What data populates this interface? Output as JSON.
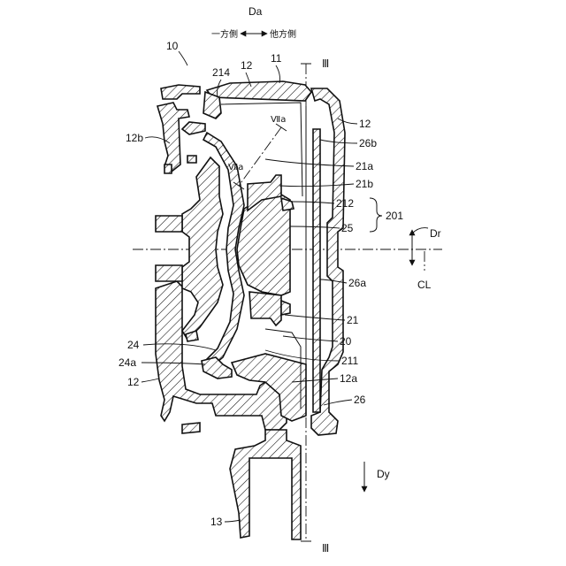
{
  "direction": {
    "da_label": "Da",
    "one_side": "一方側",
    "other_side": "他方側",
    "dr_label": "Dr",
    "cl_label": "CL",
    "dy_label": "Dy"
  },
  "section_marks": {
    "top": "Ⅲ",
    "bottom": "Ⅲ"
  },
  "view_marks": {
    "upper": "Ⅶa",
    "lower": "Ⅶa"
  },
  "labels": {
    "n10": "10",
    "n214": "214",
    "n12_top": "12",
    "n11": "11",
    "n12_right": "12",
    "n26b": "26b",
    "n12b": "12b",
    "n21a": "21a",
    "n21b": "21b",
    "n212": "212",
    "n201": "201",
    "n25": "25",
    "n26a": "26a",
    "n21": "21",
    "n20": "20",
    "n24": "24",
    "n24a": "24a",
    "n211": "211",
    "n12_left": "12",
    "n12a": "12a",
    "n26": "26",
    "n13": "13"
  },
  "colors": {
    "line": "#111111",
    "background": "#ffffff"
  }
}
